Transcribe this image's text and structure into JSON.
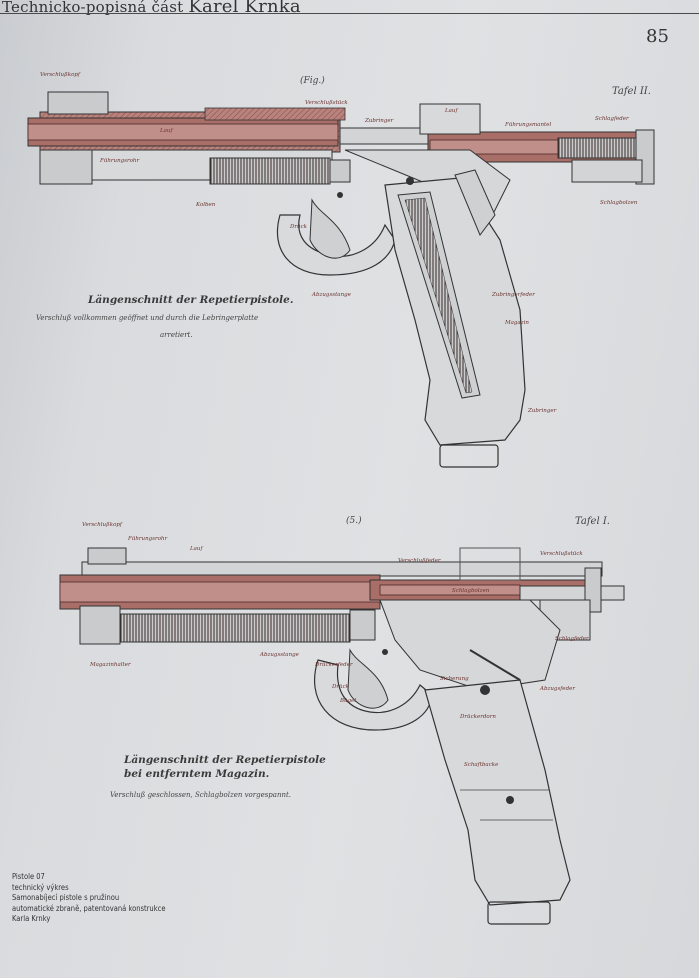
{
  "header": {
    "running_head": "Technicko-popisná část",
    "author": "Karel Krnka",
    "page_number": "85"
  },
  "figure1": {
    "fig_label": "(Fig.)",
    "tafel": "Tafel II.",
    "caption_title": "Längenschnitt der Repetierpistole.",
    "caption_lines": [
      "Verschluß vollkommen geöffnet und durch die Lebringerplatte",
      "arretiert."
    ],
    "part_labels": [
      "Verschlußkopf",
      "Lauf",
      "Führungsrohr",
      "Verschlußstück",
      "Zubringer",
      "Lauf",
      "Führungsmantel",
      "Schlagfeder",
      "Drück",
      "Schlagbolzen",
      "Kolben",
      "Abzugsstange",
      "Zubringerfeder",
      "Magazin",
      "Zubringer"
    ]
  },
  "figure2": {
    "fig_label": "(5.)",
    "tafel": "Tafel I.",
    "caption_title": "Längenschnitt der Repetierpistole",
    "caption_title_2": "bei entferntem Magazin.",
    "caption_lines": [
      "Verschluß geschlossen, Schlagbolzen vorgespannt."
    ],
    "part_labels": [
      "Verschlußkopf",
      "Lauf",
      "Führungsrohr",
      "Verschlußstück",
      "Verschlußfeder",
      "Schlagbolzen",
      "Abzugsstange",
      "Drückerfeder",
      "Drück",
      "Sicherung",
      "Abzugsfeder",
      "Magazinhalter",
      "Schaftbacke",
      "Bügel",
      "Schlagfeder",
      "Drückerdorn"
    ]
  },
  "side_caption": [
    "Pistole 07",
    "technický výkres",
    "Samonabíjecí pistole s pružinou",
    "automatické zbraně, patentovaná konstrukce",
    "Karla Krnky"
  ]
}
